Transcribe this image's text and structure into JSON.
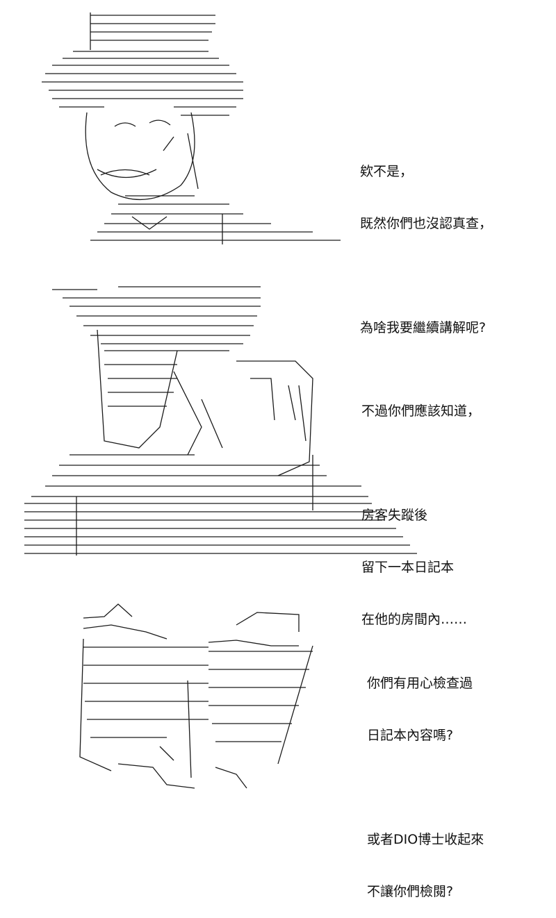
{
  "panels": [
    {
      "art_icon": "aa-art-man-in-hat",
      "caption_lines": [
        "欸不是，",
        "既然你們也沒認真查，",
        "",
        "為啥我要繼續講解呢?"
      ]
    },
    {
      "art_icon": "aa-art-figure-with-hand-raised",
      "caption_lines": [
        "不過你們應該知道，",
        "",
        "房客失蹤後",
        "留下一本日記本",
        "在他的房間內……"
      ]
    },
    {
      "art_icon": "aa-art-open-diary-book",
      "caption_lines": [
        "你們有用心檢查過",
        "日記本內容嗎?",
        "",
        "或者DIO博士收起來",
        "不讓你們檢閱?"
      ]
    }
  ],
  "colors": {
    "ink": "#1a1a1a",
    "background": "#ffffff"
  }
}
